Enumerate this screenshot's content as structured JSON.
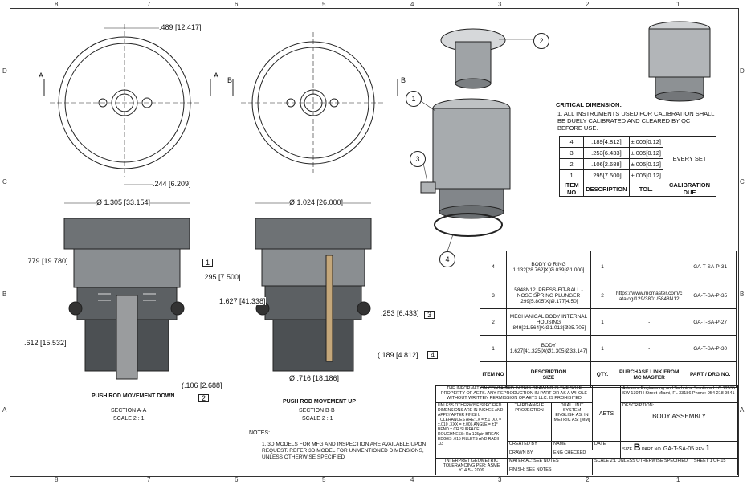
{
  "zones": {
    "top": [
      "8",
      "7",
      "6",
      "5",
      "4",
      "3",
      "2",
      "1"
    ],
    "side": [
      "D",
      "C",
      "B",
      "A"
    ]
  },
  "views": {
    "top_left_dim1": ".489 [12.417]",
    "top_left_dim2": ".244 [6.209]",
    "section_a_dia": "Ø 1.305 [33.154]",
    "section_b_dia": "Ø 1.024 [26.000]",
    "dim_779": ".779 [19.780]",
    "dim_295": ".295 [7.500]",
    "dim_612": ".612 [15.532]",
    "dim_106": "(.106 [2.688]",
    "dim_1627": "1.627 [41.338]",
    "dim_253": ".253 [6.433]",
    "dim_189": "(.189 [4.812]",
    "dim_716": "Ø .716 [18.186]",
    "label_a": "A",
    "label_b": "B",
    "tri1": "1",
    "tri2": "2",
    "tri3": "3",
    "tri4": "4",
    "caption_a1": "PUSH ROD MOVEMENT DOWN",
    "caption_a2": "SECTION A-A",
    "caption_a3": "SCALE 2 : 1",
    "caption_b1": "PUSH ROD MOVEMENT UP",
    "caption_b2": "SECTION B-B",
    "caption_b3": "SCALE 2 : 1"
  },
  "balloons": [
    "1",
    "2",
    "3",
    "4"
  ],
  "critical": {
    "title": "CRITICAL DIMENSION:",
    "note": "1.    ALL INSTRUMENTS USED FOR CALIBRATION SHALL BE DUELY CALIBRATED AND CLEARED BY QC BEFORE USE.",
    "rows": [
      {
        "no": "4",
        "desc": ".189[4.812]",
        "tol": "±.005[0.12]"
      },
      {
        "no": "3",
        "desc": ".253[6.433]",
        "tol": "±.005[0.12]"
      },
      {
        "no": "2",
        "desc": ".106[2.688]",
        "tol": "±.005[0.12]"
      },
      {
        "no": "1",
        "desc": ".295[7.500]",
        "tol": "±.005[0.12]"
      }
    ],
    "due": "EVERY SET",
    "head_no": "ITEM NO",
    "head_desc": "DESCRIPTION",
    "head_tol": "TOL.",
    "head_due": "CALIBRATION DUE"
  },
  "bom": {
    "rows": [
      {
        "item": "4",
        "desc": "BODY O RING",
        "size": "1.132[28.762]X(Ø.039[Ø1.000]",
        "qty": "1",
        "link": "-",
        "part": "GA-T-SA-P-31"
      },
      {
        "item": "3",
        "desc": "5848N12_PRESS-FIT-BALL - NOSE SPRING PLUNGER",
        "size": ".299[5.805]X(Ø.177[4.50]",
        "qty": "2",
        "link": "https://www.mcmaster.com/c atalog/129/3801/5848N12",
        "part": "GA-T-SA-P-35"
      },
      {
        "item": "2",
        "desc": "MECHANICAL BODY INTERNAL HOUSING",
        "size": ".849[21.564]X(Ø1.012[Ø25.705]",
        "qty": "1",
        "link": "-",
        "part": "GA-T-SA-P-27"
      },
      {
        "item": "1",
        "desc": "BODY",
        "size": "1.627[41.325]X(Ø1.305[Ø33.147]",
        "qty": "1",
        "link": "-",
        "part": "GA-T-SA-P-30"
      }
    ],
    "head_item": "ITEM NO",
    "head_desc": "DESCRIPTION",
    "head_size": "SIZE",
    "head_qty": "QTY.",
    "head_link": "PURCHASE LINK FROM MC MASTER",
    "head_part": "PART / DRG NO."
  },
  "notes": {
    "title": "NOTES:",
    "text": "1.  3D MODELS FOR MFG AND INSPECTION ARE AVAILABLE UPON REQUEST. REFER 3D MODEL FOR UNMENTIONED DIMENSIONS, UNLESS OTHERWISE SPECIFIED"
  },
  "title_block": {
    "proprietary": "THE INFORMATION CONTAINED IN THIS DRAWING IS THE SOLE PROPERTY OF AETS. ANY REPRODUCTION IN PART OR AS A WHOLE WITHOUT WRITTEN PERMISSION OF AETS LLC. IS PROHIBITED",
    "unless": "UNLESS OTHERWISE SPECIFIED DIMENSIONS ARE IN INCHES AND APPLY AFTER FINISH. TOLERANCES ARE: .X = ±.1 .XX = ±.010 .XXX = ±.005 ANGLE = ±1° BEND ± CR SURFACE ROUGHNESS: Ra 125µin BREAK EDGES .015 FILLETS AND RADII .03",
    "projection": "THIRD ANGLE PROJECTION",
    "unit": "DUAL UNIT SYSTEM",
    "unit2": "ENGLISH AS: IN METRIC AS: [MM]",
    "name": "NAME",
    "date": "DATE",
    "created": "CREATED BY",
    "drawn": "DRAWN BY",
    "checked": "ENG CHECKED",
    "interpret": "INTERPRET GEOMETRIC TOLERANCING PER: ASME Y14.5 - 2009",
    "material": "MATERIAL: SEE NOTES",
    "finish": "FINISH: SEE NOTES",
    "logo": "AETS",
    "company": "Advance Engineering and Technical Solutions LLC 12535 SW 130TH Street Miami, FL 33186 Phone: 954 218 9541",
    "desc_label": "DESCRIPTION:",
    "description": "BODY ASSEMBLY",
    "size_label": "SIZE",
    "size": "B",
    "partno_label": "PART NO.",
    "partno": "GA-T-SA-05",
    "rev_label": "REV",
    "rev": "1",
    "scale": "SCALE 2:1",
    "scale_note": "UNLESS OTHERWISE SPECIFIED",
    "sheet": "SHEET 1 OF 15"
  }
}
